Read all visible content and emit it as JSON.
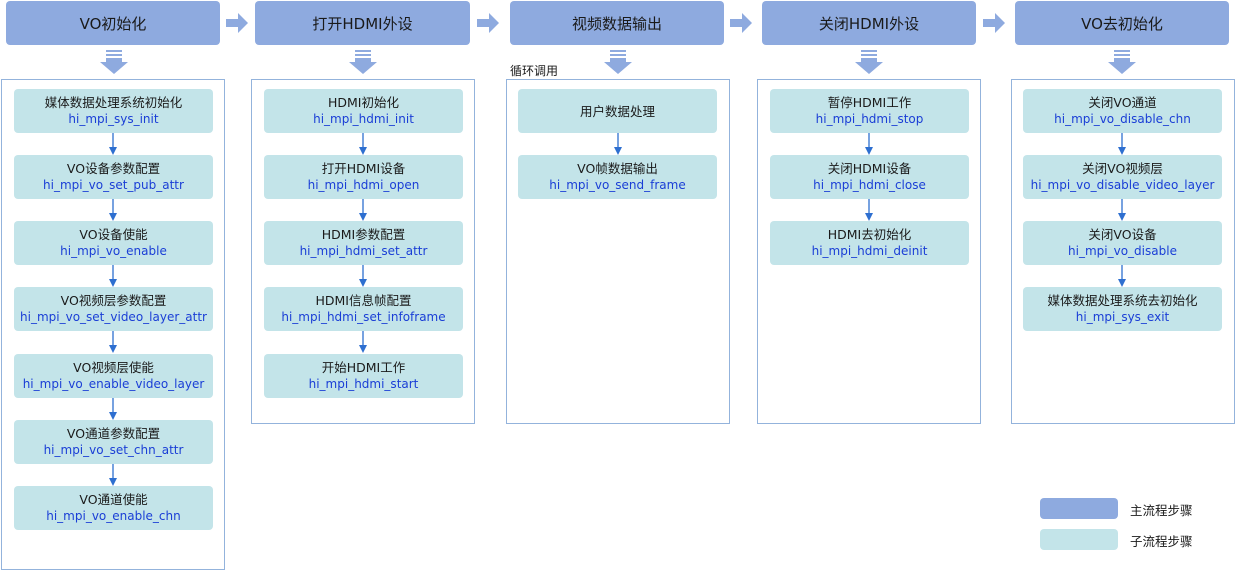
{
  "colors": {
    "main_step": "#8eaadf",
    "sub_step": "#c3e4e9",
    "function_text": "#1a3ed6",
    "arrow": "#2e6fd0",
    "panel_border": "#93b3dc"
  },
  "headers": [
    {
      "label": "VO初始化"
    },
    {
      "label": "打开HDMI外设"
    },
    {
      "label": "视频数据输出"
    },
    {
      "label": "关闭HDMI外设"
    },
    {
      "label": "VO去初始化"
    }
  ],
  "loop_label": "循环调用",
  "columns": [
    {
      "steps": [
        {
          "title": "媒体数据处理系统初始化",
          "func": "hi_mpi_sys_init"
        },
        {
          "title": "VO设备参数配置",
          "func": "hi_mpi_vo_set_pub_attr"
        },
        {
          "title": "VO设备使能",
          "func": "hi_mpi_vo_enable"
        },
        {
          "title": "VO视频层参数配置",
          "func": "hi_mpi_vo_set_video_layer_attr"
        },
        {
          "title": "VO视频层使能",
          "func": "hi_mpi_vo_enable_video_layer"
        },
        {
          "title": "VO通道参数配置",
          "func": "hi_mpi_vo_set_chn_attr"
        },
        {
          "title": "VO通道使能",
          "func": "hi_mpi_vo_enable_chn"
        }
      ]
    },
    {
      "steps": [
        {
          "title": "HDMI初始化",
          "func": "hi_mpi_hdmi_init"
        },
        {
          "title": "打开HDMI设备",
          "func": "hi_mpi_hdmi_open"
        },
        {
          "title": "HDMI参数配置",
          "func": "hi_mpi_hdmi_set_attr"
        },
        {
          "title": "HDMI信息帧配置",
          "func": "hi_mpi_hdmi_set_infoframe"
        },
        {
          "title": "开始HDMI工作",
          "func": "hi_mpi_hdmi_start"
        }
      ]
    },
    {
      "steps": [
        {
          "title": "用户数据处理",
          "func": ""
        },
        {
          "title": "VO帧数据输出",
          "func": "hi_mpi_vo_send_frame"
        }
      ]
    },
    {
      "steps": [
        {
          "title": "暂停HDMI工作",
          "func": "hi_mpi_hdmi_stop"
        },
        {
          "title": "关闭HDMI设备",
          "func": "hi_mpi_hdmi_close"
        },
        {
          "title": "HDMI去初始化",
          "func": "hi_mpi_hdmi_deinit"
        }
      ]
    },
    {
      "steps": [
        {
          "title": "关闭VO通道",
          "func": "hi_mpi_vo_disable_chn"
        },
        {
          "title": "关闭VO视频层",
          "func": "hi_mpi_vo_disable_video_layer"
        },
        {
          "title": "关闭VO设备",
          "func": "hi_mpi_vo_disable"
        },
        {
          "title": "媒体数据处理系统去初始化",
          "func": "hi_mpi_sys_exit"
        }
      ]
    }
  ],
  "legend": {
    "main_label": "主流程步骤",
    "sub_label": "子流程步骤"
  }
}
